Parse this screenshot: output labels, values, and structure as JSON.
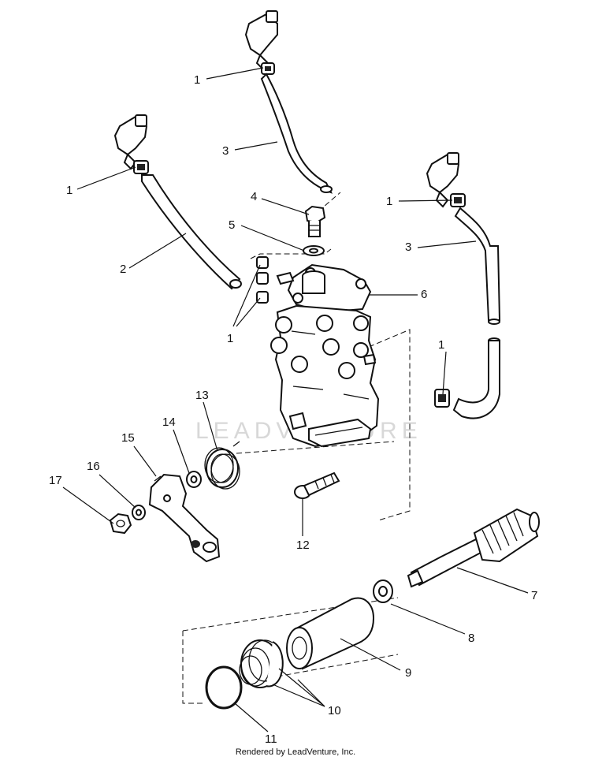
{
  "watermark": "LEADVENTURE",
  "footer": "Rendered by LeadVenture, Inc.",
  "callouts": [
    "1",
    "1",
    "1",
    "1",
    "1",
    "2",
    "3",
    "3",
    "4",
    "5",
    "6",
    "7",
    "8",
    "9",
    "10",
    "11",
    "12",
    "13",
    "14",
    "15",
    "16",
    "17"
  ]
}
